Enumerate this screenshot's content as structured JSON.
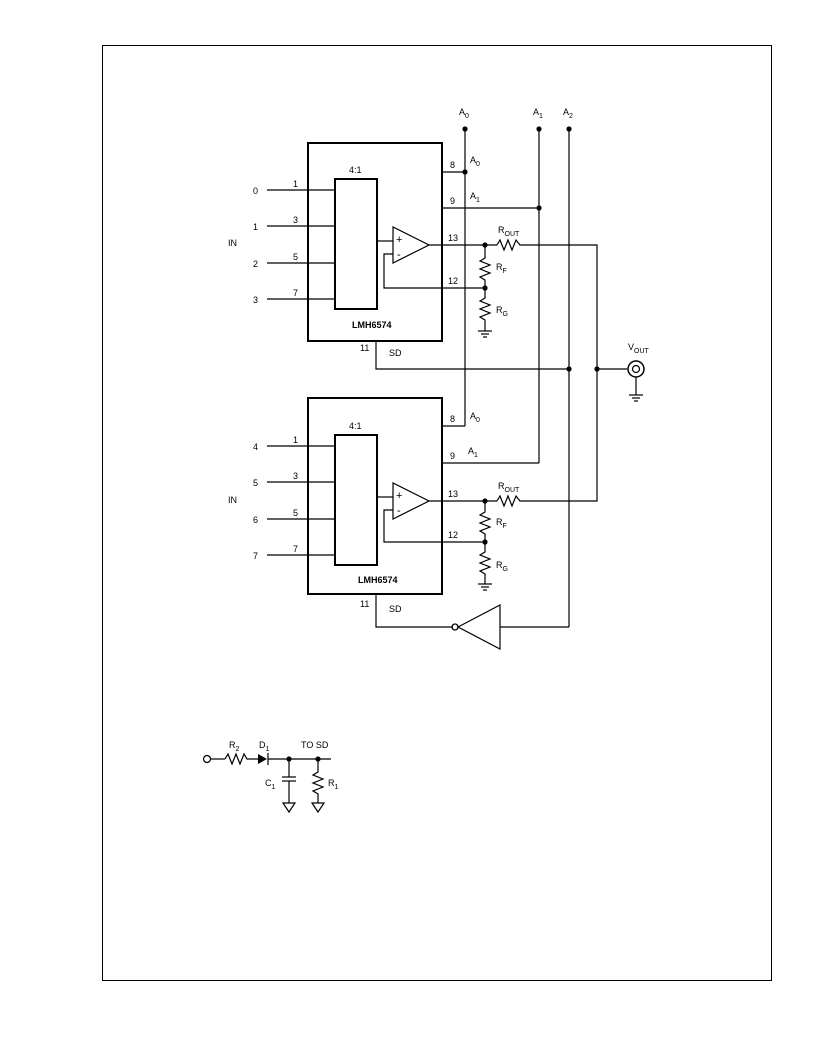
{
  "colors": {
    "line": "#000000",
    "background": "#ffffff"
  },
  "upper_mux": {
    "chip_label": "LMH6574",
    "mux_label": "4:1",
    "group_label": "IN",
    "inputs": [
      {
        "channel": "0",
        "pin": "1"
      },
      {
        "channel": "1",
        "pin": "3"
      },
      {
        "channel": "2",
        "pin": "5"
      },
      {
        "channel": "3",
        "pin": "7"
      }
    ],
    "pins": {
      "a0": "8",
      "a1": "9",
      "out": "13",
      "fb": "12",
      "sd": "11"
    },
    "pin_labels": {
      "a0": "A",
      "a0_sub": "0",
      "a1": "A",
      "a1_sub": "1",
      "sd": "SD"
    },
    "opamp_signs": {
      "plus": "+",
      "minus": "-"
    }
  },
  "lower_mux": {
    "chip_label": "LMH6574",
    "mux_label": "4:1",
    "group_label": "IN",
    "inputs": [
      {
        "channel": "4",
        "pin": "1"
      },
      {
        "channel": "5",
        "pin": "3"
      },
      {
        "channel": "6",
        "pin": "5"
      },
      {
        "channel": "7",
        "pin": "7"
      }
    ],
    "pins": {
      "a0": "8",
      "a1": "9",
      "out": "13",
      "fb": "12",
      "sd": "11"
    },
    "pin_labels": {
      "a0": "A",
      "a0_sub": "0",
      "a1": "A",
      "a1_sub": "1",
      "sd": "SD"
    },
    "opamp_signs": {
      "plus": "+",
      "minus": "-"
    }
  },
  "address_lines": [
    {
      "main": "A",
      "sub": "0"
    },
    {
      "main": "A",
      "sub": "1"
    },
    {
      "main": "A",
      "sub": "2"
    }
  ],
  "resistors": {
    "rout": {
      "main": "R",
      "sub": "OUT"
    },
    "rf": {
      "main": "R",
      "sub": "F"
    },
    "rg": {
      "main": "R",
      "sub": "G"
    }
  },
  "output": {
    "main": "V",
    "sub": "OUT"
  },
  "shutdown_circuit": {
    "r2": {
      "main": "R",
      "sub": "2"
    },
    "d1": {
      "main": "D",
      "sub": "1"
    },
    "c1": {
      "main": "C",
      "sub": "1"
    },
    "r1": {
      "main": "R",
      "sub": "1"
    },
    "to_sd": "TO SD"
  }
}
